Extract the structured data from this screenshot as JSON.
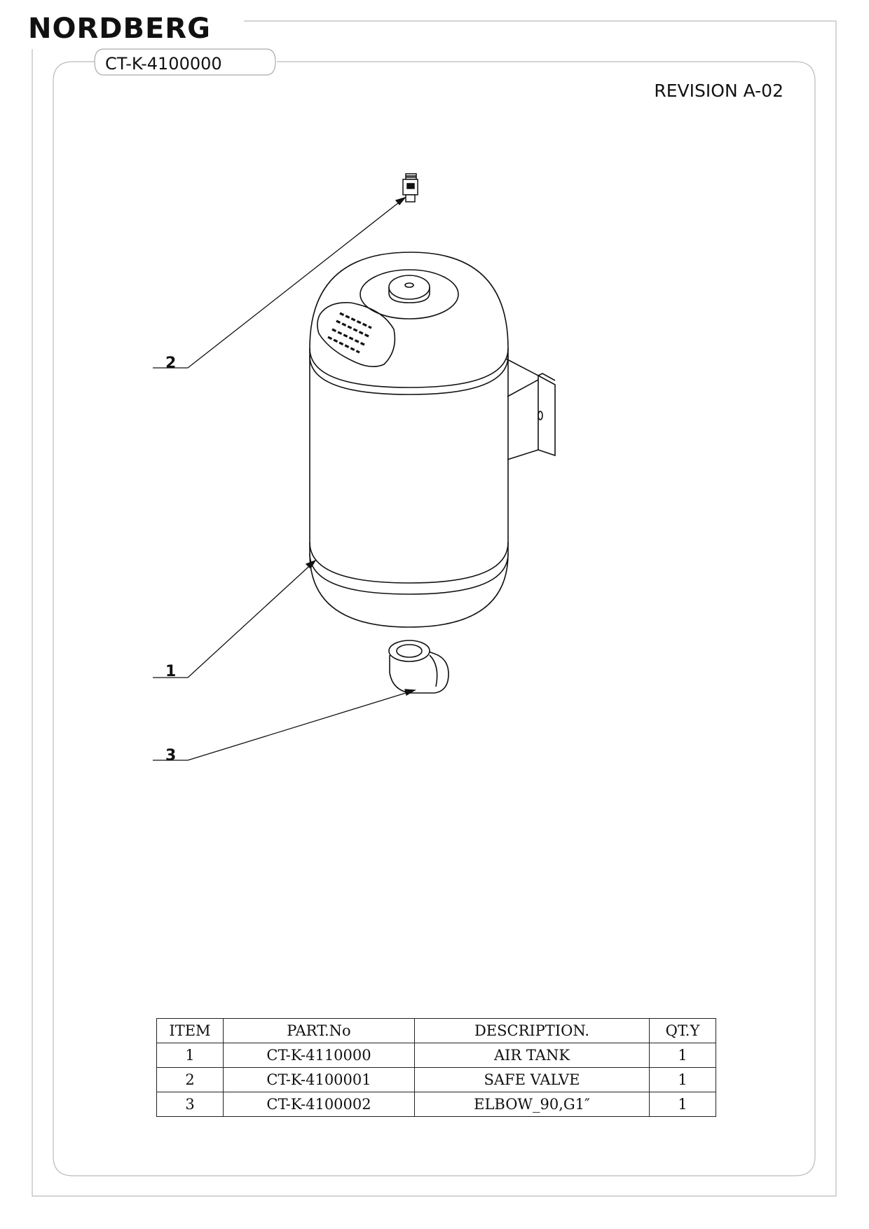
{
  "header": {
    "brand": "NORDBERG",
    "drawing_number": "CT-K-4100000",
    "revision": "REVISION A-02"
  },
  "callouts": [
    {
      "item": "2",
      "target": "safe valve"
    },
    {
      "item": "1",
      "target": "air tank"
    },
    {
      "item": "3",
      "target": "elbow fitting"
    }
  ],
  "icons": [
    "air-tank-icon",
    "safe-valve-icon",
    "elbow-fitting-icon",
    "rating-plate-icon",
    "mounting-bracket-icon"
  ],
  "bom": {
    "headers": [
      "ITEM",
      "PART.No",
      "DESCRIPTION.",
      "QT.Y"
    ],
    "rows": [
      [
        "1",
        "CT-K-4110000",
        "AIR TANK",
        "1"
      ],
      [
        "2",
        "CT-K-4100001",
        "SAFE VALVE",
        "1"
      ],
      [
        "3",
        "CT-K-4100002",
        "ELBOW_90,G1″",
        "1"
      ]
    ]
  }
}
